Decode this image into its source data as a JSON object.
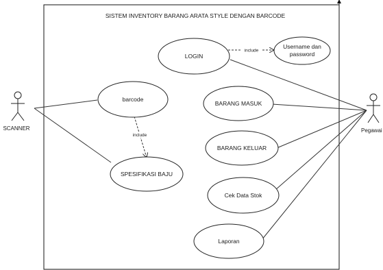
{
  "system": {
    "title": "SISTEM INVENTORY BARANG ARATA STYLE DENGAN BARCODE"
  },
  "actors": {
    "scanner": "SCANNER",
    "pegawai": "Pegawai"
  },
  "use_cases": {
    "login": "LOGIN",
    "credentials_line1": "Username dan",
    "credentials_line2": "password",
    "barcode": "barcode",
    "spesifikasi": "SPESIFIKASI BAJU",
    "barang_masuk": "BARANG MASUK",
    "barang_keluar": "BARANG KELUAR",
    "cek_data_stok": "Cek Data Stok",
    "laporan": "Laporan"
  },
  "relations": {
    "login_include": "include",
    "barcode_include": "include"
  },
  "colors": {
    "line": "#333333",
    "text": "#1a1a1a",
    "background": "#ffffff"
  }
}
